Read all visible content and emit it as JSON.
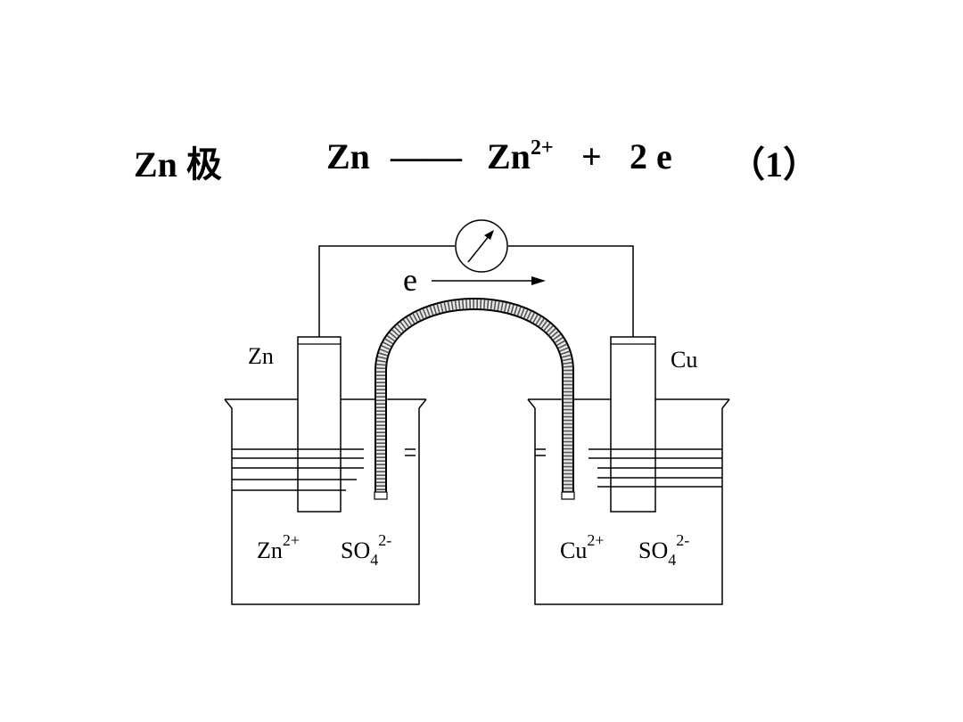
{
  "equation": {
    "electrode": "Zn 极",
    "reactant": "Zn",
    "arrow": "——",
    "product_base": "Zn",
    "product_charge": "2+",
    "plus": "+",
    "electrons": "2 e",
    "number": "（1）"
  },
  "diagram": {
    "electron_label": "e",
    "left_electrode_label": "Zn",
    "right_electrode_label": "Cu",
    "left_ion1_base": "Zn",
    "left_ion1_charge": "2+",
    "left_ion2_base": "SO",
    "left_ion2_sub": "4",
    "left_ion2_charge": "2-",
    "right_ion1_base": "Cu",
    "right_ion1_charge": "2+",
    "right_ion2_base": "SO",
    "right_ion2_sub": "4",
    "right_ion2_charge": "2-"
  }
}
